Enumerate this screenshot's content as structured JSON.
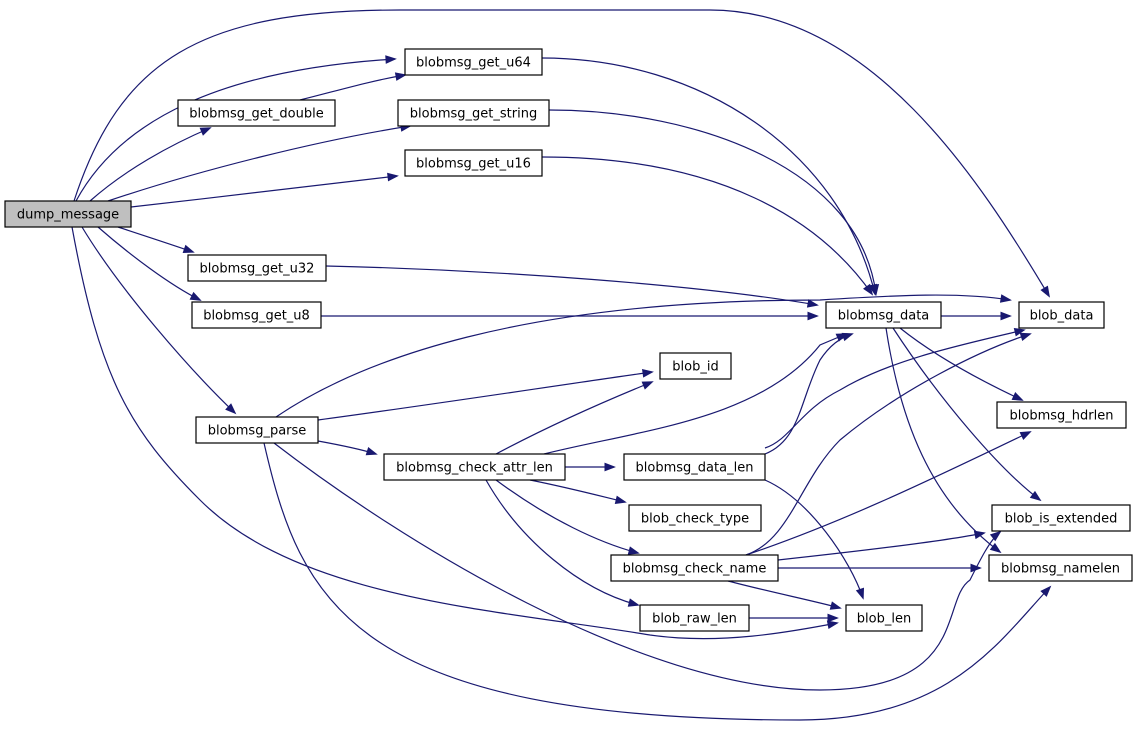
{
  "graph": {
    "nodes": [
      {
        "id": "dump_message",
        "label": "dump_message",
        "root": true
      },
      {
        "id": "blobmsg_get_u64",
        "label": "blobmsg_get_u64"
      },
      {
        "id": "blobmsg_get_double",
        "label": "blobmsg_get_double"
      },
      {
        "id": "blobmsg_get_string",
        "label": "blobmsg_get_string"
      },
      {
        "id": "blobmsg_get_u16",
        "label": "blobmsg_get_u16"
      },
      {
        "id": "blobmsg_get_u32",
        "label": "blobmsg_get_u32"
      },
      {
        "id": "blobmsg_get_u8",
        "label": "blobmsg_get_u8"
      },
      {
        "id": "blobmsg_data",
        "label": "blobmsg_data"
      },
      {
        "id": "blob_data",
        "label": "blob_data"
      },
      {
        "id": "blob_id",
        "label": "blob_id"
      },
      {
        "id": "blobmsg_parse",
        "label": "blobmsg_parse"
      },
      {
        "id": "blobmsg_hdrlen",
        "label": "blobmsg_hdrlen"
      },
      {
        "id": "blobmsg_check_attr_len",
        "label": "blobmsg_check_attr_len"
      },
      {
        "id": "blobmsg_data_len",
        "label": "blobmsg_data_len"
      },
      {
        "id": "blob_check_type",
        "label": "blob_check_type"
      },
      {
        "id": "blob_is_extended",
        "label": "blob_is_extended"
      },
      {
        "id": "blobmsg_check_name",
        "label": "blobmsg_check_name"
      },
      {
        "id": "blobmsg_namelen",
        "label": "blobmsg_namelen"
      },
      {
        "id": "blob_raw_len",
        "label": "blob_raw_len"
      },
      {
        "id": "blob_len",
        "label": "blob_len"
      }
    ],
    "edges": [
      [
        "dump_message",
        "blobmsg_get_u64"
      ],
      [
        "dump_message",
        "blobmsg_get_double"
      ],
      [
        "dump_message",
        "blobmsg_get_string"
      ],
      [
        "dump_message",
        "blobmsg_get_u16"
      ],
      [
        "dump_message",
        "blobmsg_get_u32"
      ],
      [
        "dump_message",
        "blobmsg_get_u8"
      ],
      [
        "dump_message",
        "blobmsg_parse"
      ],
      [
        "dump_message",
        "blob_data"
      ],
      [
        "dump_message",
        "blob_len"
      ],
      [
        "blobmsg_get_double",
        "blobmsg_get_u64"
      ],
      [
        "blobmsg_get_u64",
        "blobmsg_data"
      ],
      [
        "blobmsg_get_string",
        "blobmsg_data"
      ],
      [
        "blobmsg_get_u16",
        "blobmsg_data"
      ],
      [
        "blobmsg_get_u32",
        "blobmsg_data"
      ],
      [
        "blobmsg_get_u8",
        "blobmsg_data"
      ],
      [
        "blobmsg_data",
        "blob_data"
      ],
      [
        "blobmsg_data",
        "blobmsg_hdrlen"
      ],
      [
        "blobmsg_data",
        "blob_is_extended"
      ],
      [
        "blobmsg_data",
        "blobmsg_namelen"
      ],
      [
        "blobmsg_parse",
        "blob_data"
      ],
      [
        "blobmsg_parse",
        "blob_id"
      ],
      [
        "blobmsg_parse",
        "blobmsg_check_attr_len"
      ],
      [
        "blobmsg_parse",
        "blob_is_extended"
      ],
      [
        "blobmsg_parse",
        "blobmsg_namelen"
      ],
      [
        "blobmsg_check_attr_len",
        "blob_id"
      ],
      [
        "blobmsg_check_attr_len",
        "blobmsg_data"
      ],
      [
        "blobmsg_check_attr_len",
        "blobmsg_data_len"
      ],
      [
        "blobmsg_check_attr_len",
        "blob_check_type"
      ],
      [
        "blobmsg_check_attr_len",
        "blobmsg_check_name"
      ],
      [
        "blobmsg_check_attr_len",
        "blob_raw_len"
      ],
      [
        "blobmsg_data_len",
        "blobmsg_data"
      ],
      [
        "blobmsg_data_len",
        "blob_data"
      ],
      [
        "blobmsg_data_len",
        "blob_len"
      ],
      [
        "blobmsg_check_name",
        "blob_data"
      ],
      [
        "blobmsg_check_name",
        "blobmsg_hdrlen"
      ],
      [
        "blobmsg_check_name",
        "blob_is_extended"
      ],
      [
        "blobmsg_check_name",
        "blobmsg_namelen"
      ],
      [
        "blobmsg_check_name",
        "blob_len"
      ],
      [
        "blob_raw_len",
        "blob_len"
      ]
    ]
  },
  "colors": {
    "edge": "#191970",
    "node_border": "#000000",
    "node_fill": "#ffffff",
    "root_fill": "#bfbfbf"
  }
}
